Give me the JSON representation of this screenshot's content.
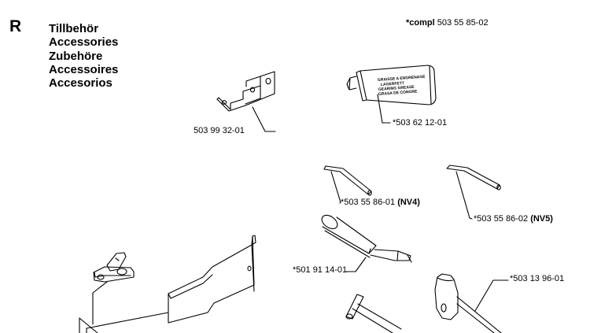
{
  "section": {
    "letter": "R"
  },
  "title_lines": [
    "Tillbehör",
    "Accessories",
    "Zubehöre",
    "Accessoires",
    "Accesorios"
  ],
  "compl_note": {
    "prefix": "*compl",
    "number": "503 55 85-02"
  },
  "parts": {
    "bracket": {
      "number": "503 99 32-01"
    },
    "grease_tube": {
      "number": "*503 62 12-01",
      "tube_text": [
        "GRAISSE A ENGRENAGE",
        "LAGERFETT",
        "GEARING GREASE",
        "GRASA DE CONGRE"
      ]
    },
    "hex_key_nv4": {
      "number": "*503 55 86-01",
      "suffix": "(NV4)"
    },
    "hex_key_nv5": {
      "number": "*503 55 86-02",
      "suffix": "(NV5)"
    },
    "grease_gun": {
      "number": "*501 91 14-01"
    },
    "combi_wrench": {
      "number": "*503 13 96-01"
    }
  }
}
